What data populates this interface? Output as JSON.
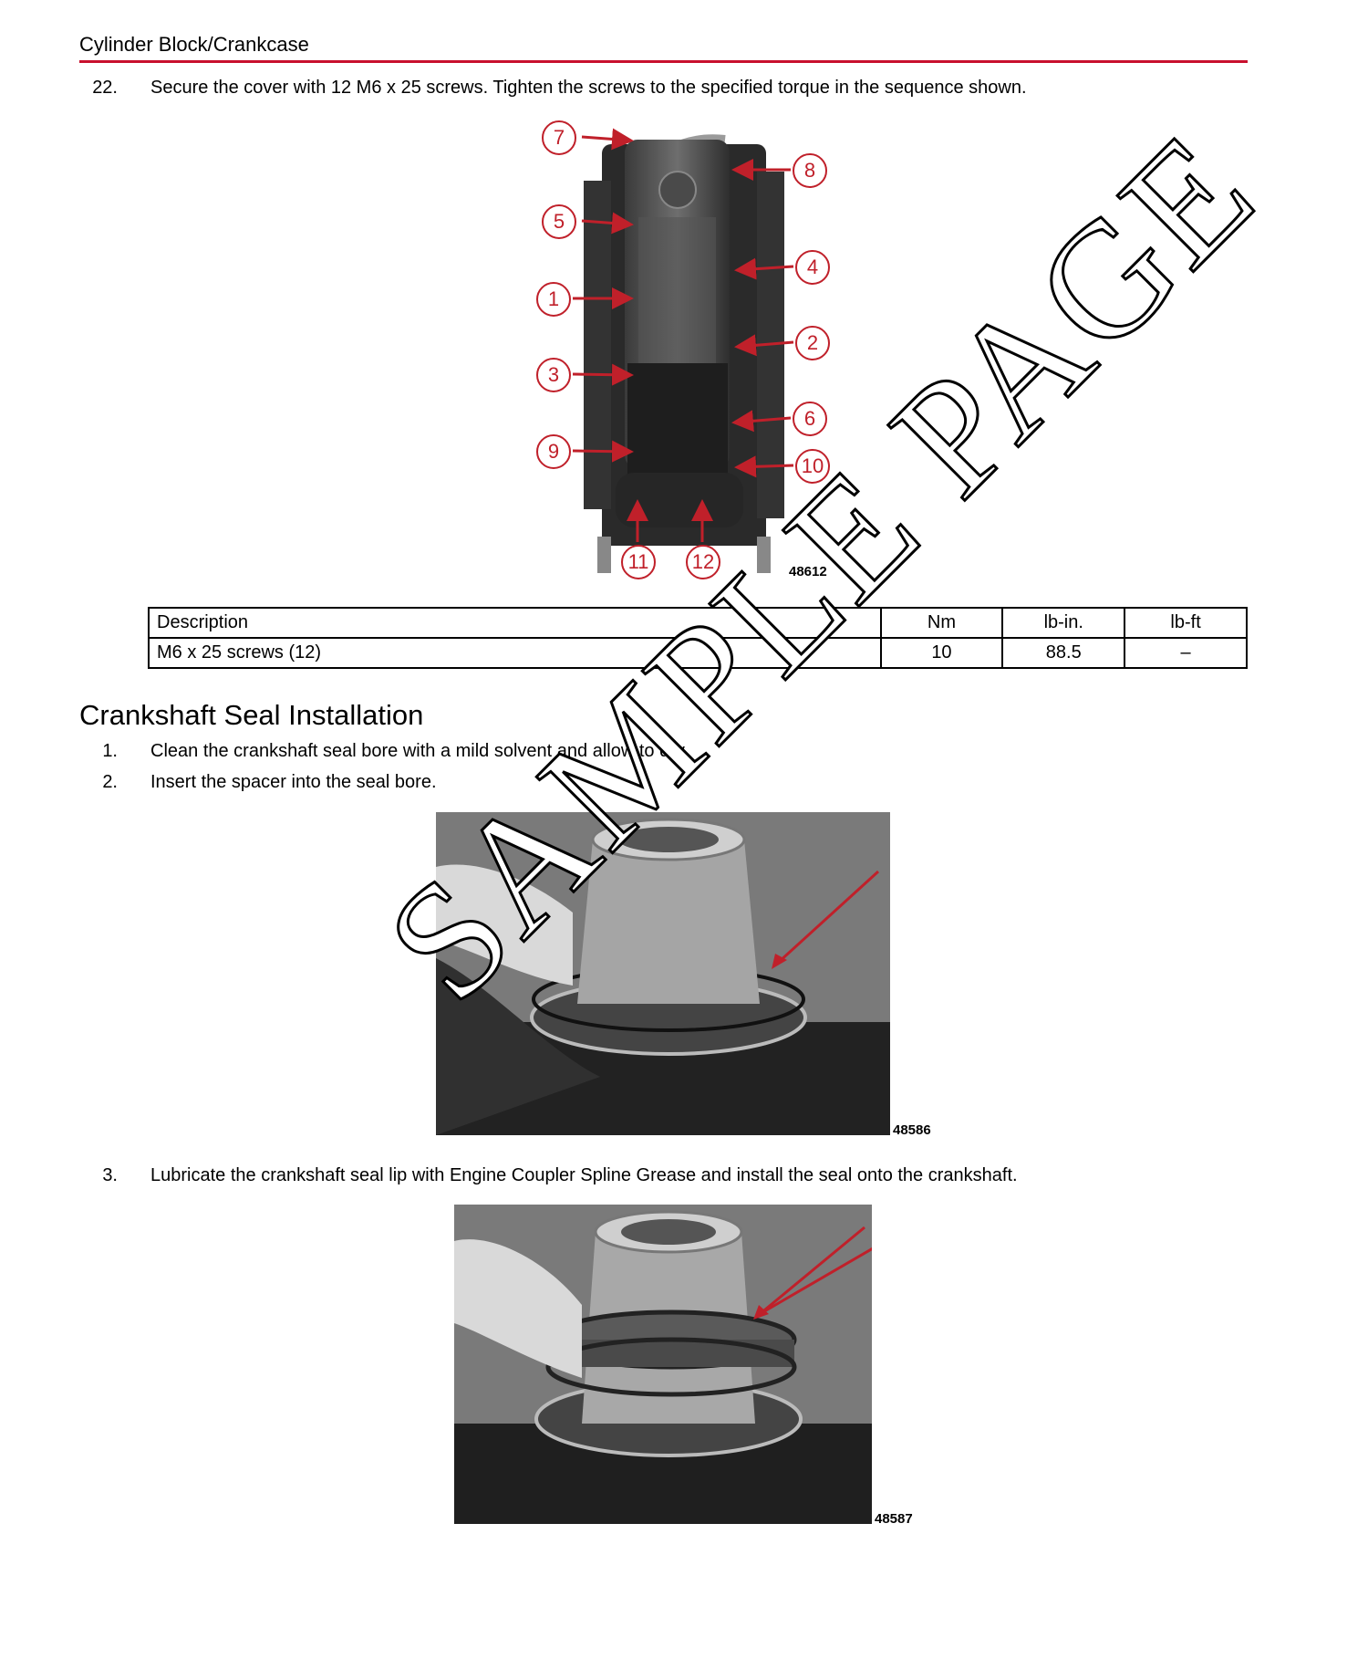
{
  "header": {
    "section_title": "Cylinder Block/Crankcase"
  },
  "step22": {
    "number": "22.",
    "text": "Secure the cover with 12 M6 x 25 screws. Tighten the screws to the specified torque in the sequence shown."
  },
  "figure1": {
    "callouts": [
      "1",
      "2",
      "3",
      "4",
      "5",
      "6",
      "7",
      "8",
      "9",
      "10",
      "11",
      "12"
    ],
    "id": "48612"
  },
  "torque_table": {
    "headers": [
      "Description",
      "Nm",
      "lb-in.",
      "lb-ft"
    ],
    "rows": [
      [
        "M6 x 25 screws (12)",
        "10",
        "88.5",
        "–"
      ]
    ]
  },
  "crankshaft_section": {
    "title": "Crankshaft Seal Installation",
    "steps": [
      {
        "number": "1.",
        "text": "Clean the crankshaft seal bore with a mild solvent and allow to dry."
      },
      {
        "number": "2.",
        "text": "Insert the spacer into the seal bore."
      },
      {
        "number": "3.",
        "text": "Lubricate the crankshaft seal lip with Engine Coupler Spline Grease and install the seal onto the crankshaft."
      }
    ]
  },
  "figure2": {
    "id": "48586"
  },
  "figure3": {
    "id": "48587"
  },
  "watermark": "SAMPLE PAGE",
  "colors": {
    "accent_red": "#c8102e",
    "callout_red": "#c0202a"
  }
}
